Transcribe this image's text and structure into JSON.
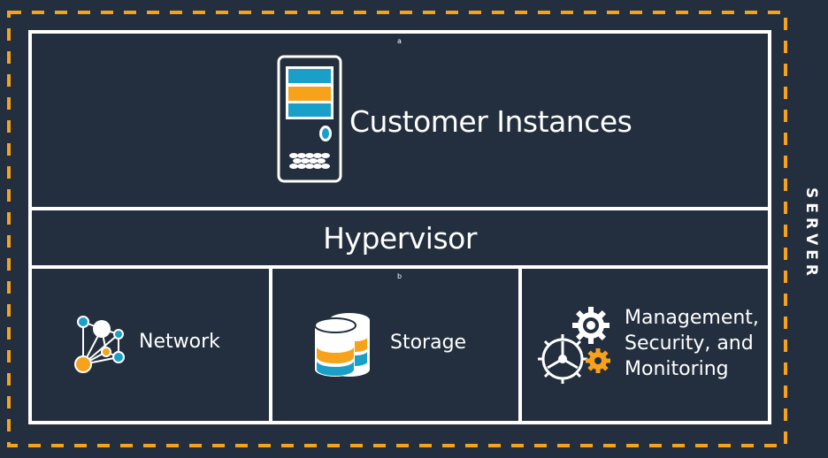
{
  "server_label": "SERVER",
  "marker_a": "a",
  "marker_b": "b",
  "instances": {
    "title": "Customer Instances",
    "icon": "server-tower-icon"
  },
  "hypervisor": {
    "title": "Hypervisor"
  },
  "components": [
    {
      "label": "Network",
      "icon": "network-nodes-icon"
    },
    {
      "label": "Storage",
      "icon": "database-stack-icon"
    },
    {
      "label_lines": [
        "Management,",
        "Security, and",
        "Monitoring"
      ],
      "icon": "gears-icon"
    }
  ],
  "colors": {
    "background": "#232f3e",
    "border": "#ffffff",
    "accent_orange": "#f7a21b",
    "accent_blue": "#1a9fc9"
  }
}
